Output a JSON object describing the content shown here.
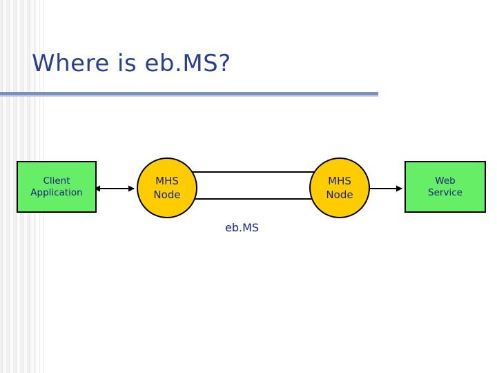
{
  "slide": {
    "title": "Where is eb.MS?",
    "background_color": "#ffffff",
    "title_color": "#2c3e8f",
    "rule_color": "#7c90bd"
  },
  "diagram": {
    "type": "flow",
    "caption": "eb.MS",
    "nodes": [
      {
        "id": "client-application",
        "label_line1": "Client",
        "label_line2": "Application",
        "shape": "rectangle",
        "fill": "#66ee66",
        "stroke": "#000000"
      },
      {
        "id": "mhs-node-left",
        "label_line1": "MHS",
        "label_line2": "Node",
        "shape": "ellipse",
        "fill": "#ffcc00",
        "stroke": "#000000"
      },
      {
        "id": "mhs-node-right",
        "label_line1": "MHS",
        "label_line2": "Node",
        "shape": "ellipse",
        "fill": "#ffcc00",
        "stroke": "#000000"
      },
      {
        "id": "web-service",
        "label_line1": "Web",
        "label_line2": "Service",
        "shape": "rectangle",
        "fill": "#66ee66",
        "stroke": "#000000"
      }
    ],
    "connectors": [
      {
        "id": "client-to-mhs-left",
        "from": "client-application",
        "to": "mhs-node-left",
        "arrows": "both"
      },
      {
        "id": "mhs-left-to-mhs-right-top",
        "from": "mhs-node-left",
        "to": "mhs-node-right",
        "arrows": "end"
      },
      {
        "id": "mhs-right-to-mhs-left-bottom",
        "from": "mhs-node-right",
        "to": "mhs-node-left",
        "arrows": "end"
      },
      {
        "id": "mhs-right-to-web-service",
        "from": "mhs-node-right",
        "to": "web-service",
        "arrows": "both"
      }
    ]
  }
}
